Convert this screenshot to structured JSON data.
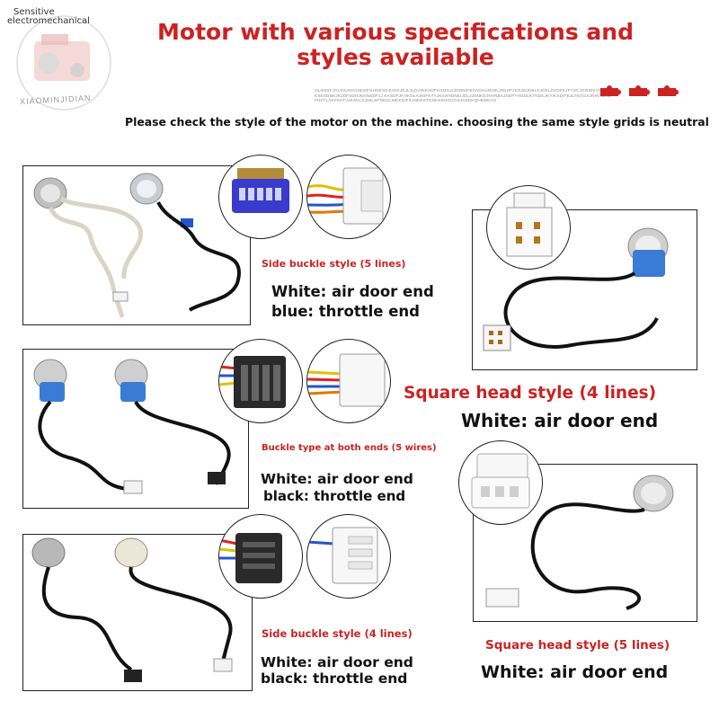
{
  "watermark": {
    "line1": "Sensitive",
    "line2": "electromechanical",
    "bottom": "XIAOMINJIDIAN"
  },
  "header": {
    "title": "Motor with various specifications and styles available",
    "fine_print": "OLIHDIFJGLDSJHGJHKDFGHNKSDJHGKJEJLJLDVNIKSDFHSDNJJJDDNIKESADHJJENKJSDHFJGSJDJNKLFJDKLDFDFKJFYSCJGNIDKVOSJNKXESDNKJKJDFSDHJKNNSDFJJ KASDFJKHKDLAJNIFKTYJKSSHDNEIJDLJJSNKDJNVNBAJSDFYHSDLKYNDKJKYIKSDIFEJLFESGSJNINTDKDFHFTLAKFKHFJJKSKLGJNILSFNDGLMDKDIFSJNKESTGNKKEIKDJGSJASDKQHEMKAG",
    "instruction": "Please check the style of the motor on the machine. choosing the same style grids is neutral",
    "accent_color": "#cc2222"
  },
  "variants": [
    {
      "name": "Side buckle style (5 lines)",
      "desc_line1": "White: air door end",
      "desc_line2": "blue: throttle end"
    },
    {
      "name": "Square head style (4 lines)",
      "desc_line1": "White: air door end"
    },
    {
      "name": "Buckle type at both ends (5 wires)",
      "desc_line1": "White: air door end",
      "desc_line2": "black: throttle end"
    },
    {
      "name": "Side buckle style (4 lines)",
      "desc_line1": "White: air door end",
      "desc_line2": "black: throttle end"
    },
    {
      "name": "Square head style (5 lines)",
      "desc_line1": "White: air door end"
    }
  ]
}
